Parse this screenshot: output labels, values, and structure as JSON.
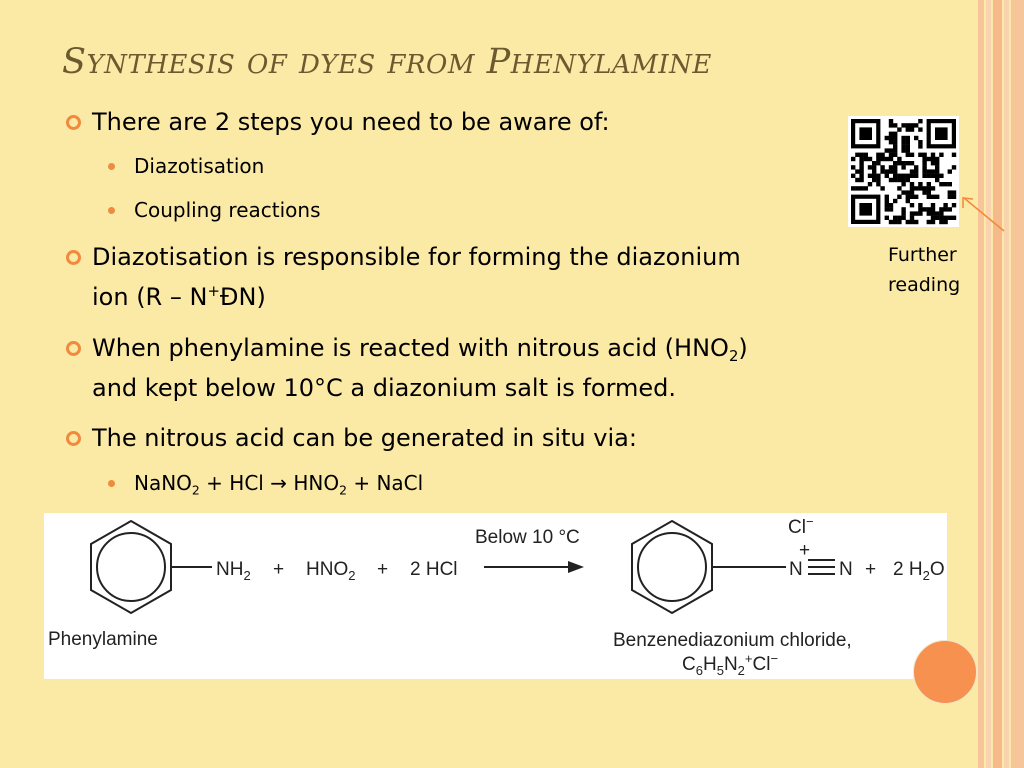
{
  "slide": {
    "title_words": [
      {
        "cap": "S",
        "rest": "YNTHESIS"
      },
      {
        "cap": "",
        "rest": "OF"
      },
      {
        "cap": "",
        "rest": "DYES"
      },
      {
        "cap": "",
        "rest": "FROM"
      },
      {
        "cap": "P",
        "rest": "HENYLAMINE"
      }
    ]
  },
  "bullets": {
    "b1": "There are 2 steps you need to be aware of:",
    "b1_sub1": "Diazotisation",
    "b1_sub2": "Coupling reactions",
    "b2_line1": "Diazotisation is responsible for forming the diazonium",
    "b2_line2_a": "ion (R – N",
    "b2_line2_sup": "+",
    "b2_line2_b": "ĐN)",
    "b3_line1_a": "When phenylamine is reacted with nitrous acid (HNO",
    "b3_line1_sub": "2",
    "b3_line1_b": ")",
    "b3_line2": "and kept below 10°C a diazonium salt is formed.",
    "b4": "The nitrous acid can be generated in situ via:",
    "b4_sub_a": "NaNO",
    "b4_sub_2a": "2",
    "b4_sub_b": " + HCl ",
    "b4_arrow": "→",
    "b4_sub_c": " HNO",
    "b4_sub_2b": "2",
    "b4_sub_d": " + NaCl"
  },
  "side": {
    "further_line1": "Further",
    "further_line2": "reading"
  },
  "reaction": {
    "nh": "NH",
    "two": "2",
    "plus1": "+",
    "hno": "HNO",
    "plus2": "+",
    "hcl": "2 HCl",
    "condition": "Below 10 °C",
    "cl": "Cl",
    "minus": "−",
    "nplus": "+",
    "n1": "N",
    "n2": "N",
    "plus3": "+",
    "water_a": "2 H",
    "water_b": "O",
    "reactant_label": "Phenylamine",
    "product_label": "Benzenediazonium chloride,",
    "formula_c": "C",
    "formula_6": "6",
    "formula_h": "H",
    "formula_5": "5",
    "formula_n": "N",
    "formula_2": "2",
    "formula_plus": "+",
    "formula_cl": "Cl",
    "formula_minus": "−"
  },
  "colors": {
    "background": "#fbe9a6",
    "accent": "#f08a3c",
    "title": "#6b5a2f"
  }
}
